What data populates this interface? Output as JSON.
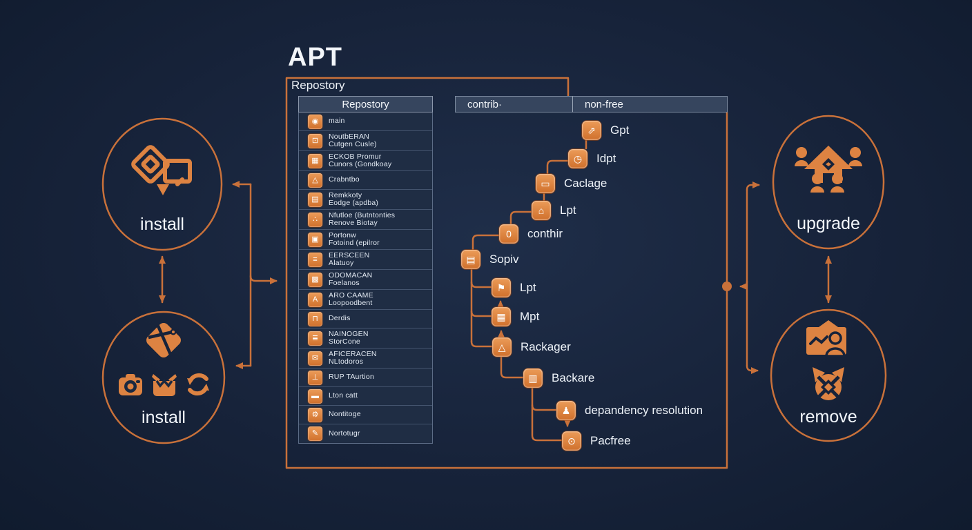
{
  "title": "APT",
  "colors": {
    "background": "#17233a",
    "accent_orange": "#c9713a",
    "icon_orange": "#dd8342",
    "panel_header_bg": "#36455e",
    "row_bg": "#1f2d44",
    "text": "#e9eef5"
  },
  "outer_box": {
    "label": "Repostory"
  },
  "repository_table": {
    "header": "Repostory",
    "rows": [
      {
        "icon": "disc-icon",
        "glyph": "◉",
        "line1": "main",
        "line2": ""
      },
      {
        "icon": "monitor-icon",
        "glyph": "⊡",
        "line1": "NoutbERAN",
        "line2": "Cutgen Cusle)"
      },
      {
        "icon": "grid-icon",
        "glyph": "▦",
        "line1": "ECKOB Promur",
        "line2": "Cunors (Gondkoay"
      },
      {
        "icon": "flask-icon",
        "glyph": "△",
        "line1": "Crabntbo",
        "line2": ""
      },
      {
        "icon": "archive-icon",
        "glyph": "▤",
        "line1": "Remkkoty",
        "line2": "Eodge (apdba)"
      },
      {
        "icon": "scatter-icon",
        "glyph": "∴",
        "line1": "Nfutloe (Butntonties",
        "line2": "Renove Biotay"
      },
      {
        "icon": "box-icon",
        "glyph": "▣",
        "line1": "Portonw",
        "line2": "Fotoind (epilror"
      },
      {
        "icon": "rows-icon",
        "glyph": "≡",
        "line1": "EERSCEEN",
        "line2": "Alatuoy"
      },
      {
        "icon": "pattern-icon",
        "glyph": "▩",
        "line1": "ODOMACAN",
        "line2": "Foelanos"
      },
      {
        "icon": "letter-a-icon",
        "glyph": "A",
        "line1": "ARO CAAME",
        "line2": "Loopoodbent"
      },
      {
        "icon": "bench-icon",
        "glyph": "⊓",
        "line1": "Derdis",
        "line2": ""
      },
      {
        "icon": "list-icon",
        "glyph": "≣",
        "line1": "NAINOGEN",
        "line2": "StorCone"
      },
      {
        "icon": "mail-icon",
        "glyph": "✉",
        "line1": "AFICERACEN",
        "line2": "NLtodoros"
      },
      {
        "icon": "chart-bar-icon",
        "glyph": "⊥",
        "line1": "RUP TAurtion",
        "line2": ""
      },
      {
        "icon": "dash-icon",
        "glyph": "▬",
        "line1": "Lton catt",
        "line2": ""
      },
      {
        "icon": "gear-icon",
        "glyph": "⚙",
        "line1": "Nontitoge",
        "line2": ""
      },
      {
        "icon": "pen-icon",
        "glyph": "✎",
        "line1": "Nortotugr",
        "line2": ""
      }
    ]
  },
  "section_headers": {
    "contrib": "contrib·",
    "nonfree": "non-free"
  },
  "flow": {
    "nodes": [
      {
        "icon": "trend-icon",
        "glyph": "⇗",
        "label": "Gpt"
      },
      {
        "icon": "clock-icon",
        "glyph": "◷",
        "label": "Idpt"
      },
      {
        "icon": "truck-icon",
        "glyph": "▭",
        "label": "Caclage"
      },
      {
        "icon": "package-icon",
        "glyph": "⌂",
        "label": "Lpt"
      },
      {
        "icon": "zero-badge-icon",
        "glyph": "0",
        "label": "conthir"
      },
      {
        "icon": "table-icon",
        "glyph": "▤",
        "label": "Sopiv"
      },
      {
        "icon": "flag-icon",
        "glyph": "⚑",
        "label": "Lpt"
      },
      {
        "icon": "grid-icon",
        "glyph": "▦",
        "label": "Mpt"
      },
      {
        "icon": "warning-icon",
        "glyph": "△",
        "label": "Rackager"
      },
      {
        "icon": "card-icon",
        "glyph": "▥",
        "label": "Backare"
      },
      {
        "icon": "person-icon",
        "glyph": "♟",
        "label": "depandency resolution"
      },
      {
        "icon": "lock-circle-icon",
        "glyph": "⊙",
        "label": "Pacfree"
      }
    ]
  },
  "left_top_circle": {
    "label": "install",
    "icon": "package-edit-icon"
  },
  "left_bottom_circle": {
    "label": "install",
    "icons": [
      "package-icon",
      "camera-icon",
      "open-box-icon",
      "refresh-icon"
    ]
  },
  "right_top_circle": {
    "label": "upgrade",
    "icon": "house-people-icon"
  },
  "right_bottom_circle": {
    "label": "remove",
    "icons": [
      "photo-person-icon",
      "pinwheel-icon"
    ]
  }
}
